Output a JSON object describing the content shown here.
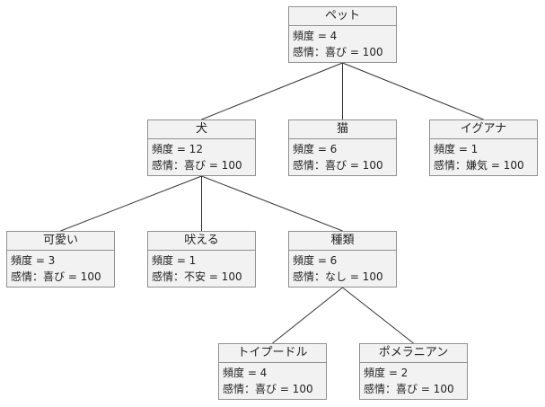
{
  "nodes": {
    "pet": {
      "title": "ペット",
      "freq": "頻度 = 4",
      "emotion": "感情：喜び = 100"
    },
    "dog": {
      "title": "犬",
      "freq": "頻度 = 12",
      "emotion": "感情：喜び = 100"
    },
    "cat": {
      "title": "猫",
      "freq": "頻度 = 6",
      "emotion": "感情：喜び = 100"
    },
    "iguana": {
      "title": "イグアナ",
      "freq": "頻度 = 1",
      "emotion": "感情：嫌気 = 100"
    },
    "cute": {
      "title": "可愛い",
      "freq": "頻度 = 3",
      "emotion": "感情：喜び = 100"
    },
    "bark": {
      "title": "吠える",
      "freq": "頻度 = 1",
      "emotion": "感情：不安 = 100"
    },
    "breed": {
      "title": "種類",
      "freq": "頻度 = 6",
      "emotion": "感情：なし = 100"
    },
    "toypoodle": {
      "title": "トイプードル",
      "freq": "頻度 = 4",
      "emotion": "感情：喜び = 100"
    },
    "pomeranian": {
      "title": "ポメラニアン",
      "freq": "頻度 = 2",
      "emotion": "感情：喜び = 100"
    }
  },
  "edges": [
    [
      "pet",
      "dog"
    ],
    [
      "pet",
      "cat"
    ],
    [
      "pet",
      "iguana"
    ],
    [
      "dog",
      "cute"
    ],
    [
      "dog",
      "bark"
    ],
    [
      "dog",
      "breed"
    ],
    [
      "breed",
      "toypoodle"
    ],
    [
      "breed",
      "pomeranian"
    ]
  ],
  "colors": {
    "node_fill": "#f2f2f2",
    "border": "#909090",
    "edge": "#333333"
  }
}
